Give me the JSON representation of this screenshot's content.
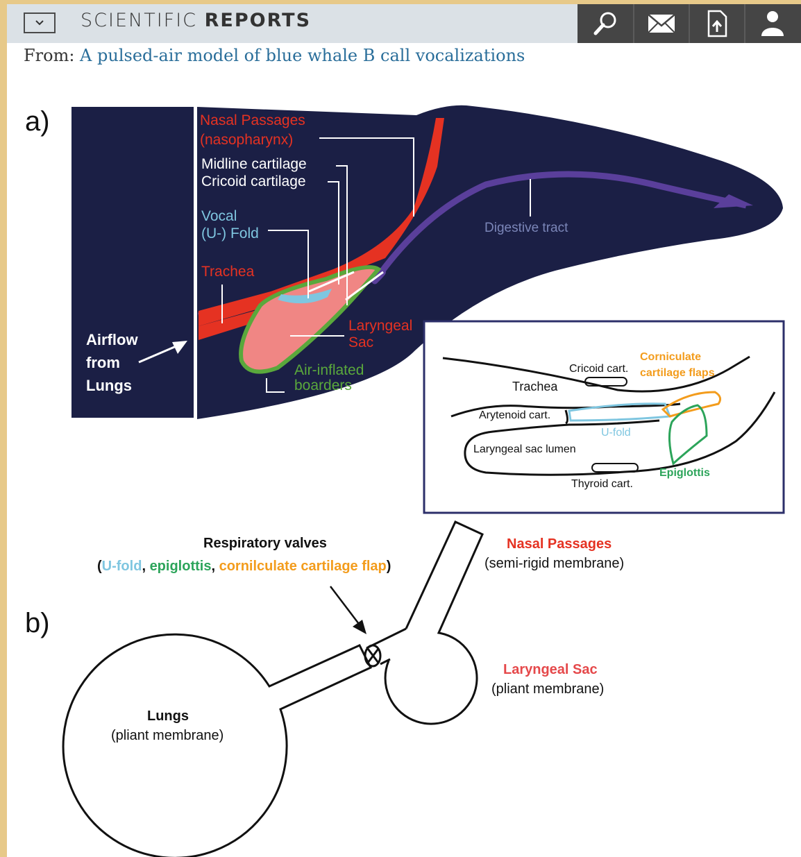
{
  "header": {
    "brand_part1": "SCIENTIFIC ",
    "brand_part2": "REPORTS",
    "menu_icon": "chevron-down-icon",
    "tools": [
      "search-icon",
      "mail-icon",
      "download-icon",
      "user-icon"
    ],
    "colors": {
      "bar": "#dbe1e6",
      "tools_bg": "#454545",
      "link": "#2a6e9a"
    }
  },
  "source": {
    "prefix": "From: ",
    "title": "A pulsed-air model of blue whale B call vocalizations"
  },
  "panel_a": {
    "label": "a)",
    "airflow": [
      "Airflow",
      "from",
      "Lungs"
    ],
    "nasal": [
      "Nasal Passages",
      "(nasopharynx)"
    ],
    "midline": "Midline cartilage",
    "cricoid": "Cricoid cartilage",
    "vocal": [
      "Vocal",
      "(U-) Fold"
    ],
    "trachea": "Trachea",
    "laryngeal": [
      "Laryngeal",
      "Sac"
    ],
    "air_inflated": [
      "Air-inflated",
      "boarders"
    ],
    "digestive": "Digestive tract",
    "inset": {
      "cricoid": "Cricoid cart.",
      "corniculate": [
        "Corniculate",
        "cartilage flaps"
      ],
      "trachea": "Trachea",
      "arytenoid": "Arytenoid cart.",
      "ufold": "U-fold",
      "lumen": "Laryngeal sac lumen",
      "epiglottis": "Epiglottis",
      "thyroid": "Thyroid cart."
    },
    "colors": {
      "body": "#1b1f45",
      "red": "#e53222",
      "purple": "#5a3f9b",
      "pink": "#f08684",
      "cyan": "#7fc6e0",
      "green": "#5aa83c",
      "orange": "#f39c1c"
    }
  },
  "panel_b": {
    "label": "b)",
    "valves_title": "Respiratory valves",
    "valves_open": "(",
    "valves_ufold": "U-fold",
    "valves_comma1": ", ",
    "valves_epiglottis": "epiglottis",
    "valves_comma2": ", ",
    "valves_corniculate": "cornilculate cartilage flap",
    "valves_close": ")",
    "nasal_title": "Nasal Passages",
    "nasal_sub": "(semi-rigid membrane)",
    "laryngeal_title": "Laryngeal Sac",
    "laryngeal_sub": "(pliant membrane)",
    "lungs_title": "Lungs",
    "lungs_sub": "(pliant membrane)"
  }
}
